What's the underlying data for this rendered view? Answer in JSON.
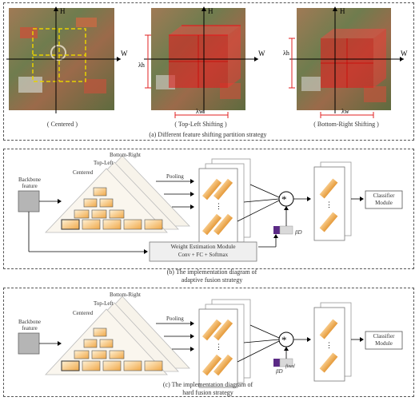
{
  "panel_a": {
    "images": [
      {
        "name": "centered",
        "label": "( Centered )"
      },
      {
        "name": "top-left",
        "label": "( Top-Left Shifting )"
      },
      {
        "name": "bottom-right",
        "label": "( Bottom-Right Shifting )"
      }
    ],
    "axis_h": "H",
    "axis_w": "W",
    "lambda_h": "λh",
    "lambda_w": "λw",
    "caption": "(a) Different feature shifting partition strategy"
  },
  "panel_b": {
    "backbone": "Backbone feature",
    "centered": "Centered",
    "top_left": "Top-Left",
    "bottom_right": "Bottom-Right",
    "pooling": "Pooling",
    "weight_module": "Weight Estimation Module",
    "weight_formula": "Conv + FC + Softmax",
    "beta": "βD",
    "classifier": "Classifier Module",
    "caption_1": "(b) The implementation diagram of",
    "caption_2": "adaptive fusion strategy"
  },
  "panel_c": {
    "backbone": "Backbone feature",
    "centered": "Centered",
    "top_left": "Top-Left",
    "bottom_right": "Bottom-Right",
    "pooling": "Pooling",
    "beta": "βD",
    "beta_sup": "fixed",
    "classifier": "Classifier Module",
    "caption_1": "(c) The implementation diagram of",
    "caption_2": "hard fusion strategy"
  },
  "colors": {
    "red_box": "#e02020",
    "yellow_dash": "#e8d200",
    "grid_orange": "#f2b35a",
    "purple": "#5b2a86"
  }
}
